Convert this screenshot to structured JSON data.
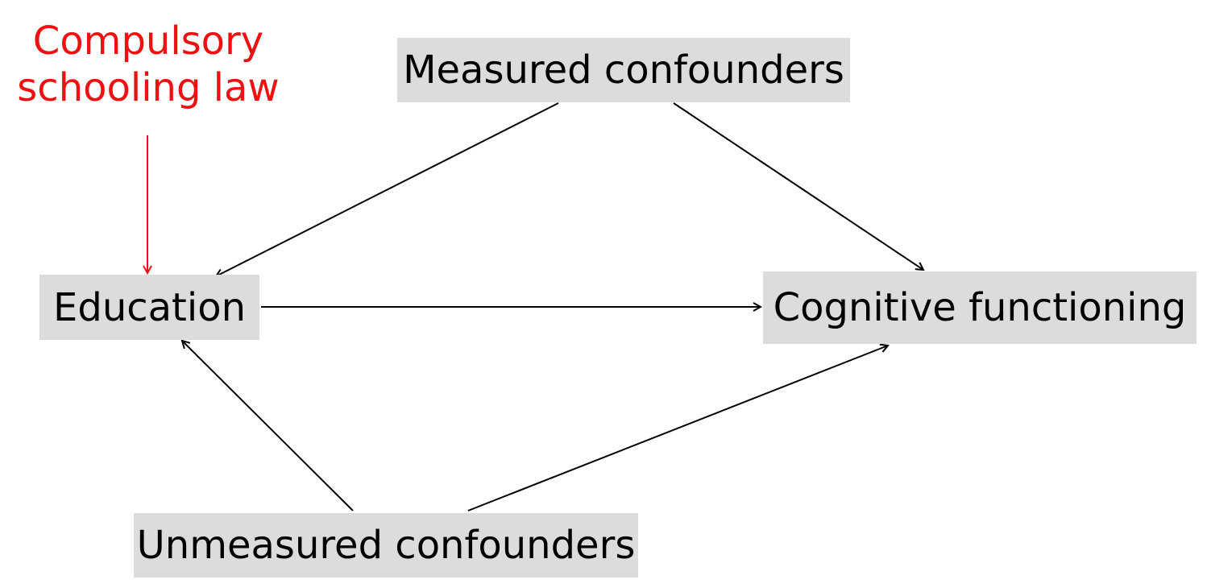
{
  "colors": {
    "node_fill": "#dcdcdc",
    "edge": "#000000",
    "instrument": "#ee1111",
    "text": "#000000"
  },
  "nodes": {
    "instrument": {
      "line1": "Compulsory",
      "line2": "schooling law"
    },
    "measured": {
      "label": "Measured confounders"
    },
    "education": {
      "label": "Education"
    },
    "cognitive": {
      "label": "Cognitive functioning"
    },
    "unmeasured": {
      "label": "Unmeasured confounders"
    }
  },
  "edges": [
    {
      "from": "instrument",
      "to": "education"
    },
    {
      "from": "measured",
      "to": "education"
    },
    {
      "from": "measured",
      "to": "cognitive"
    },
    {
      "from": "education",
      "to": "cognitive"
    },
    {
      "from": "unmeasured",
      "to": "education"
    },
    {
      "from": "unmeasured",
      "to": "cognitive"
    }
  ]
}
